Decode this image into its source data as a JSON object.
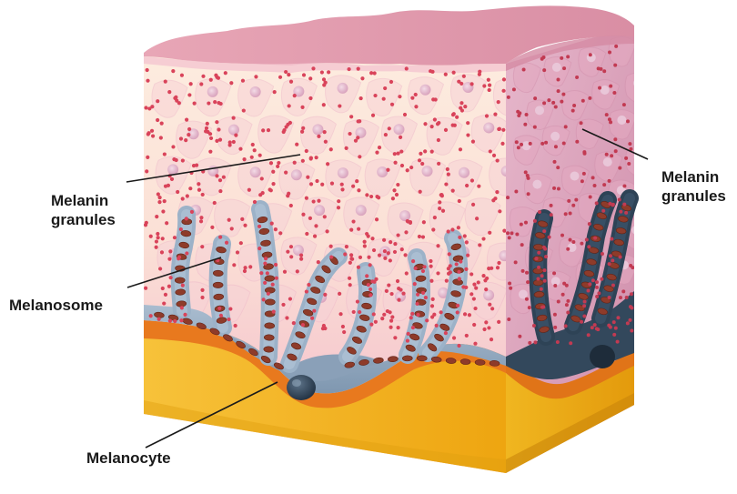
{
  "labels": {
    "melanin_granules_left": [
      "Melanin",
      "granules"
    ],
    "melanosome": "Melanosome",
    "melanocyte": "Melanocyte",
    "melanin_granules_right": [
      "Melanin",
      "granules"
    ]
  },
  "colors": {
    "epidermis_light": "#fbe3d6",
    "epidermis_pink": "#f0b6c6",
    "side_face": "#d9a0b8",
    "top_surface": "#e7a3b5",
    "basal_layer_blue": "#93a9bf",
    "melanocyte_nucleus": "#2e4154",
    "melanosome": "#8e3b2a",
    "granule": "#d9435a",
    "basement_orange": "#e8791e",
    "dermis_yellow": "#f2b21b"
  }
}
